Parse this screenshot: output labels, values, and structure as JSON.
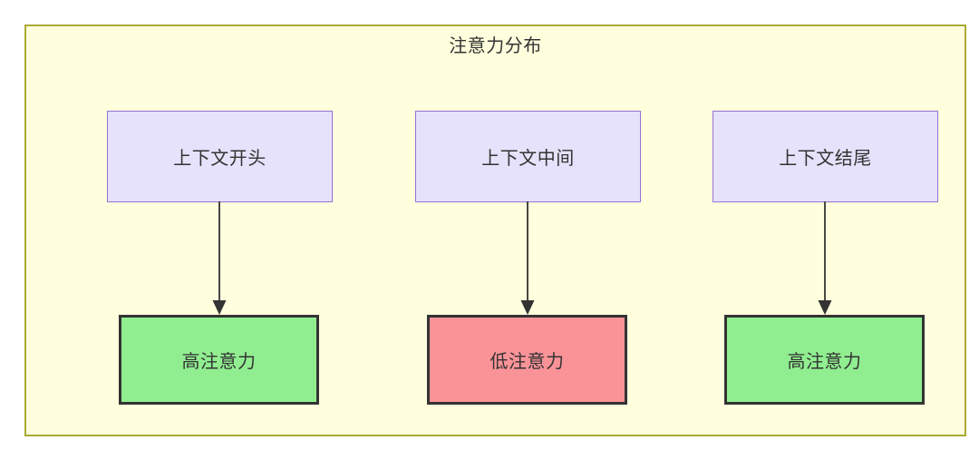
{
  "diagram": {
    "title": "注意力分布",
    "background_color": "#ffffdd",
    "border_color": "#aaaa33",
    "canvas_color": "#ffffff"
  },
  "palette": {
    "context_fill": "#e6e2fb",
    "context_border": "#9672d6",
    "high_attention_fill": "#90ee90",
    "low_attention_fill": "#fa9398",
    "attention_border": "#333333",
    "edge_color": "#333333",
    "text_color": "#333333"
  },
  "columns": [
    {
      "id": "start",
      "source": {
        "label": "上下文开头"
      },
      "target": {
        "label": "高注意力",
        "level": "high"
      }
    },
    {
      "id": "middle",
      "source": {
        "label": "上下文中间"
      },
      "target": {
        "label": "低注意力",
        "level": "low"
      }
    },
    {
      "id": "end",
      "source": {
        "label": "上下文结尾"
      },
      "target": {
        "label": "高注意力",
        "level": "high"
      }
    }
  ]
}
